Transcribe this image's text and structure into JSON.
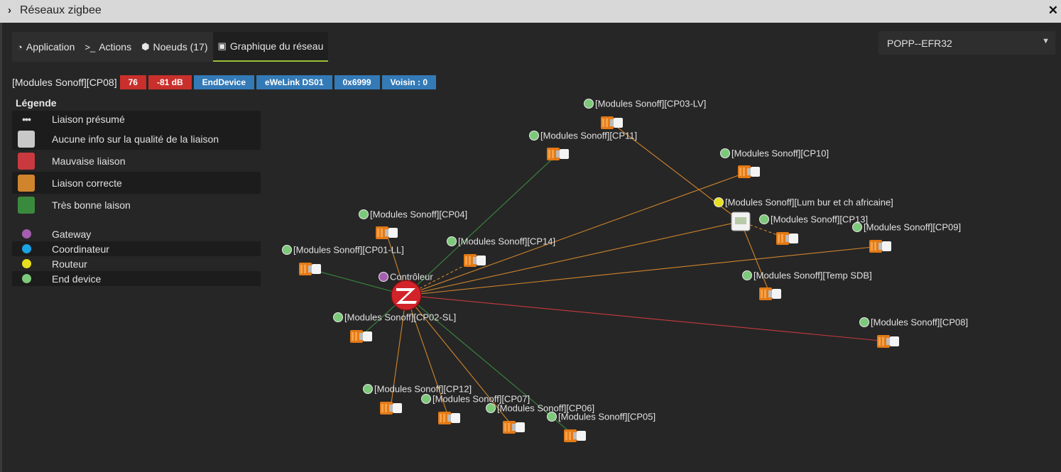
{
  "window": {
    "title": "Réseaux zigbee"
  },
  "tabs": [
    {
      "label": "Application",
      "icon": "gauge-icon"
    },
    {
      "label": "Actions",
      "icon": "terminal-icon"
    },
    {
      "label": "Noeuds (17)",
      "icon": "cube-icon"
    },
    {
      "label": "Graphique du réseau",
      "icon": "image-icon"
    }
  ],
  "network_select": {
    "value": "POPP--EFR32"
  },
  "selected_node": {
    "name": "[Modules Sonoff][CP08]",
    "lqi": "76",
    "rssi": "-81 dB",
    "type": "EndDevice",
    "model": "eWeLink DS01",
    "address": "0x6999",
    "neighbors": "Voisin : 0"
  },
  "legend": {
    "title": "Légende",
    "links": [
      {
        "label": "Liaison présumé",
        "kind": "dots"
      },
      {
        "label": "Aucune info sur la qualité de la liaison",
        "color": "#c8c8c8"
      },
      {
        "label": "Mauvaise liaison",
        "color": "#c9393f"
      },
      {
        "label": "Liaison correcte",
        "color": "#d0852c"
      },
      {
        "label": "Très bonne laison",
        "color": "#3a8a3e"
      }
    ],
    "nodes": [
      {
        "label": "Gateway",
        "color": "#a65fb0"
      },
      {
        "label": "Coordinateur",
        "color": "#1ba3e6"
      },
      {
        "label": "Routeur",
        "color": "#e8e01c"
      },
      {
        "label": "End device",
        "color": "#7dc97a"
      }
    ]
  },
  "graph": {
    "controller": {
      "label": "Contrôleur",
      "dot": "#a65fb0"
    },
    "routers": [
      {
        "label": "[Modules Sonoff][Lum bur et ch africaine]",
        "dot": "#e8e01c"
      }
    ],
    "end_devices": [
      {
        "label": "[Modules Sonoff][CP03-LV]"
      },
      {
        "label": "[Modules Sonoff][CP11]"
      },
      {
        "label": "[Modules Sonoff][CP10]"
      },
      {
        "label": "[Modules Sonoff][CP13]"
      },
      {
        "label": "[Modules Sonoff][CP09]"
      },
      {
        "label": "[Modules Sonoff][CP04]"
      },
      {
        "label": "[Modules Sonoff][CP14]"
      },
      {
        "label": "[Modules Sonoff][CP01-LL]"
      },
      {
        "label": "[Modules Sonoff][Temp SDB]"
      },
      {
        "label": "[Modules Sonoff][CP02-SL]"
      },
      {
        "label": "[Modules Sonoff][CP08]"
      },
      {
        "label": "[Modules Sonoff][CP12]"
      },
      {
        "label": "[Modules Sonoff][CP07]"
      },
      {
        "label": "[Modules Sonoff][CP06]"
      },
      {
        "label": "[Modules Sonoff][CP05]"
      }
    ],
    "link_colors": {
      "good": "#3a8a3e",
      "ok": "#d0852c",
      "bad": "#c9393f"
    },
    "end_device_dot": "#7dc97a"
  }
}
